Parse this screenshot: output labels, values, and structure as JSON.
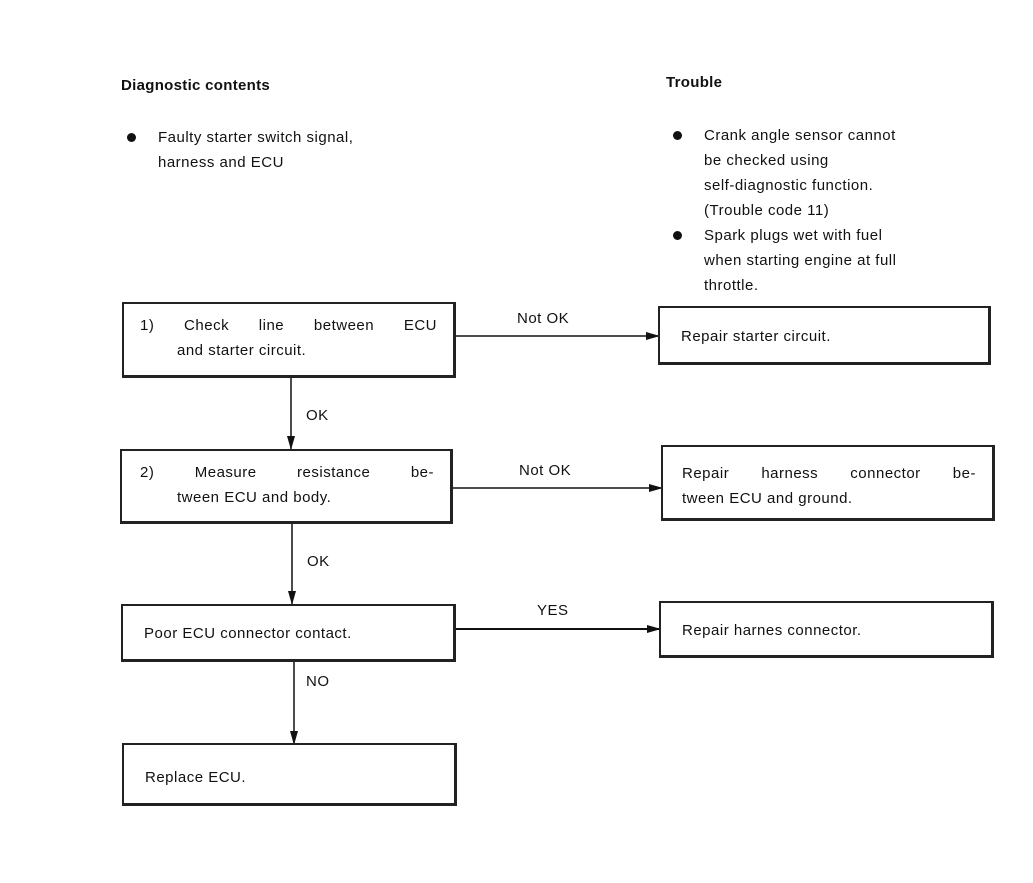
{
  "diagnostic": {
    "heading": "Diagnostic contents",
    "items": [
      {
        "line1": "Faulty starter switch signal,",
        "line2": "harness and ECU"
      }
    ]
  },
  "trouble": {
    "heading": "Trouble",
    "items": [
      {
        "lines": [
          "Crank angle sensor cannot",
          "be checked using",
          "self-diagnostic function.",
          "(Trouble code 11)"
        ]
      },
      {
        "lines": [
          "Spark plugs wet with fuel",
          "when starting engine at full",
          "throttle."
        ]
      }
    ]
  },
  "flow": {
    "step1": {
      "line1": "1)   Check   line   between   ECU",
      "line2": "and starter circuit."
    },
    "step2": {
      "line1": "2)   Measure   resistance   be-",
      "line2": "tween ECU and body."
    },
    "step3": {
      "label": "Poor ECU connector contact."
    },
    "step4": {
      "label": "Replace ECU."
    },
    "repair1": {
      "label": "Repair starter circuit."
    },
    "repair2": {
      "line1": "Repair   harness   connector   be-",
      "line2": "tween ECU and ground."
    },
    "repair3": {
      "label": "Repair harnes connector."
    }
  },
  "edges": {
    "not_ok_1": "Not OK",
    "ok_1": "OK",
    "not_ok_2": "Not OK",
    "ok_2": "OK",
    "yes": "YES",
    "no": "NO"
  }
}
